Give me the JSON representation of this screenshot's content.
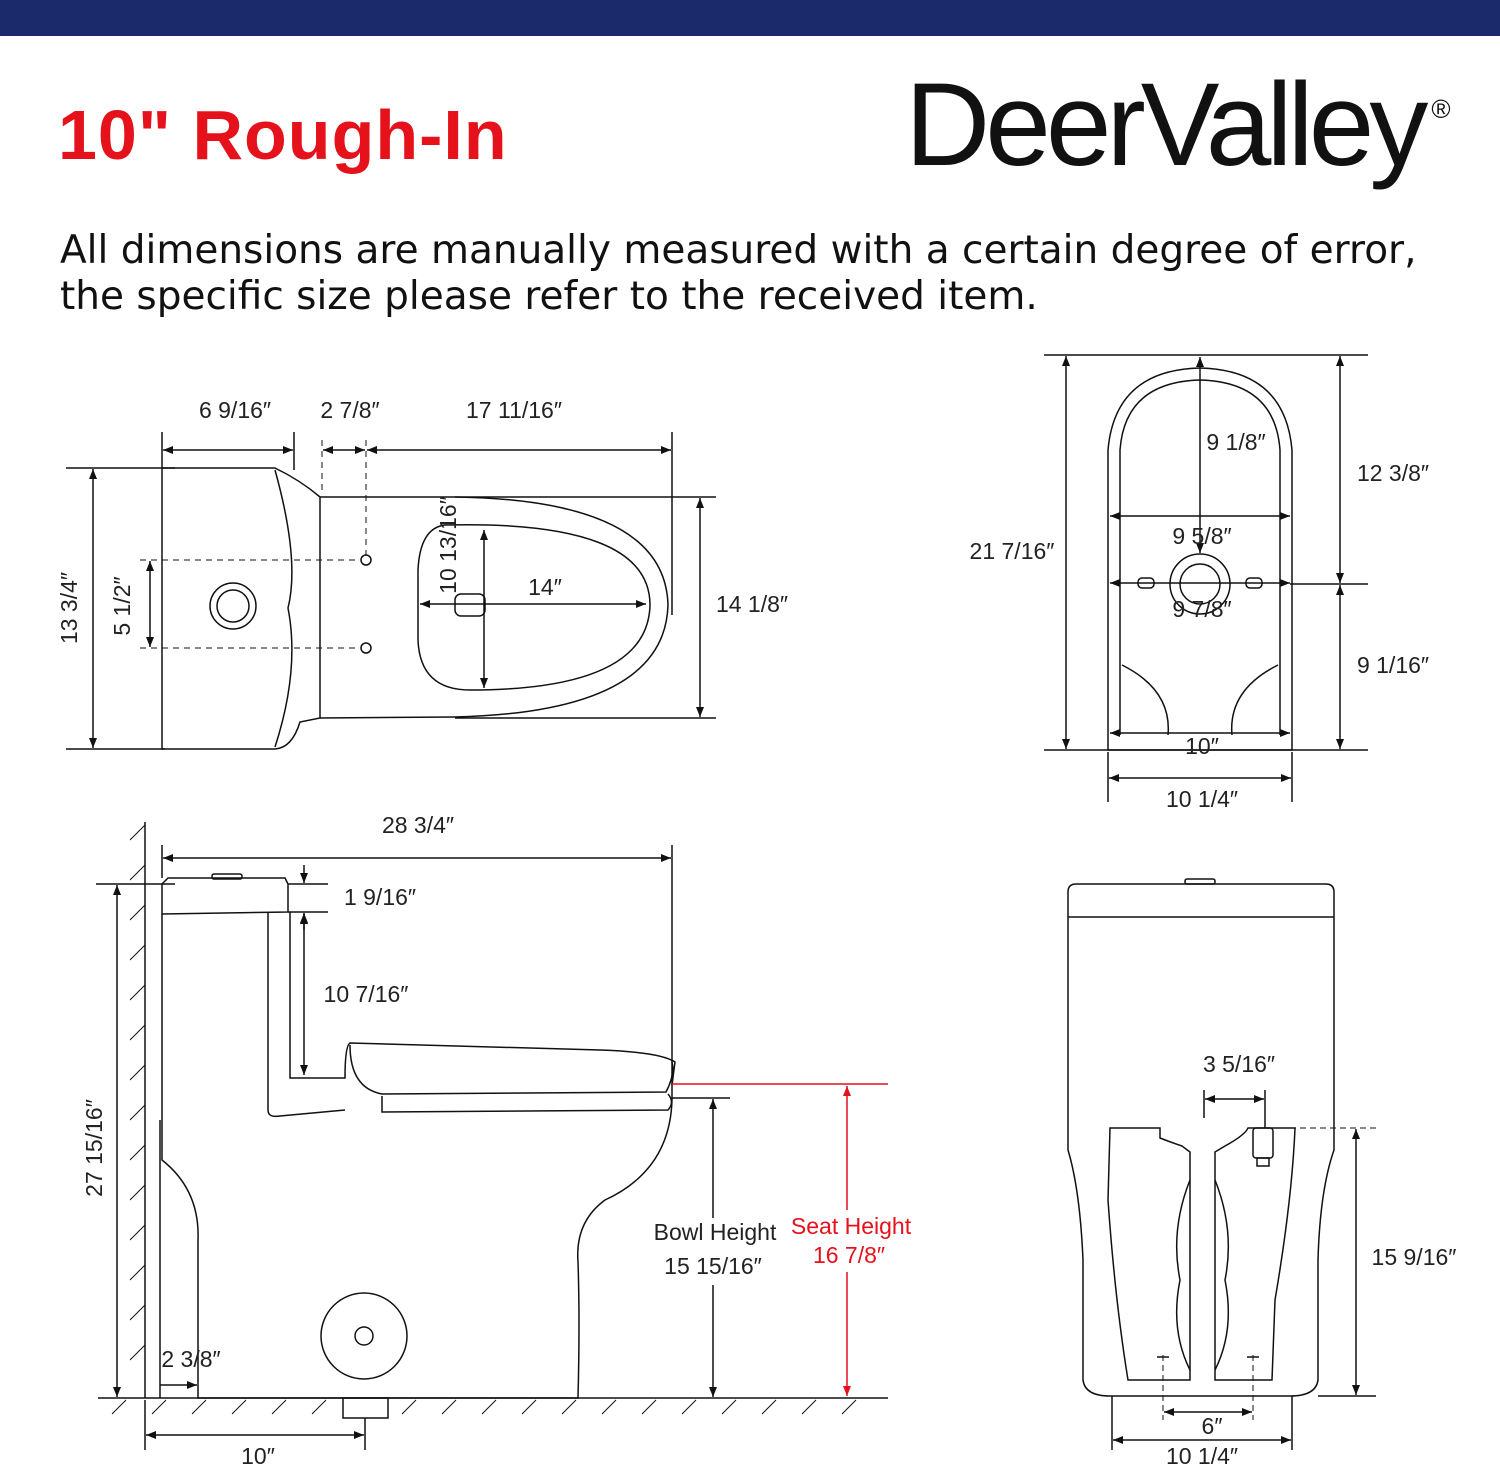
{
  "header": {
    "title": "10\" Rough-In",
    "brand": "DeerValley",
    "brand_mark": "®",
    "disclaimer": "All dimensions are manually measured with a certain degree of error, the specific size please refer to the received item.",
    "bar_color": "#1b2a6b",
    "title_color": "#e5111b"
  },
  "top_view": {
    "tank_depth": "6 9/16″",
    "hole_spacing": "2 7/8″",
    "bowl_depth": "17 11/16″",
    "overall_width": "13 3/4″",
    "bolt_spacing": "5 1/2″",
    "opening_width": "10 13/16″",
    "opening_length": "14″",
    "bowl_width": "14 1/8″"
  },
  "bottom_view": {
    "overall_length": "21 7/16″",
    "front_to_outlet": "9 1/8″",
    "top_to_center": "12 3/8″",
    "inner_width": "9 5/8″",
    "bolt_width": "9 7/8″",
    "center_to_rear": "9 1/16″",
    "rear_inner": "10″",
    "rear_outer": "10 1/4″"
  },
  "side_view": {
    "overall_length": "28 3/4″",
    "overall_height": "27 15/16″",
    "lid_height": "1 9/16″",
    "tank_to_seat": "10 7/16″",
    "bowl_height_label": "Bowl Height",
    "bowl_height": "15 15/16″",
    "seat_height_label": "Seat Height",
    "seat_height": "16 7/8″",
    "wall_gap": "2 3/8″",
    "rough_in": "10″",
    "seat_color": "#e5111b"
  },
  "rear_view": {
    "supply_offset": "3 5/16″",
    "supply_height": "15 9/16″",
    "bolt_spacing": "6″",
    "base_width": "10 1/4″"
  }
}
